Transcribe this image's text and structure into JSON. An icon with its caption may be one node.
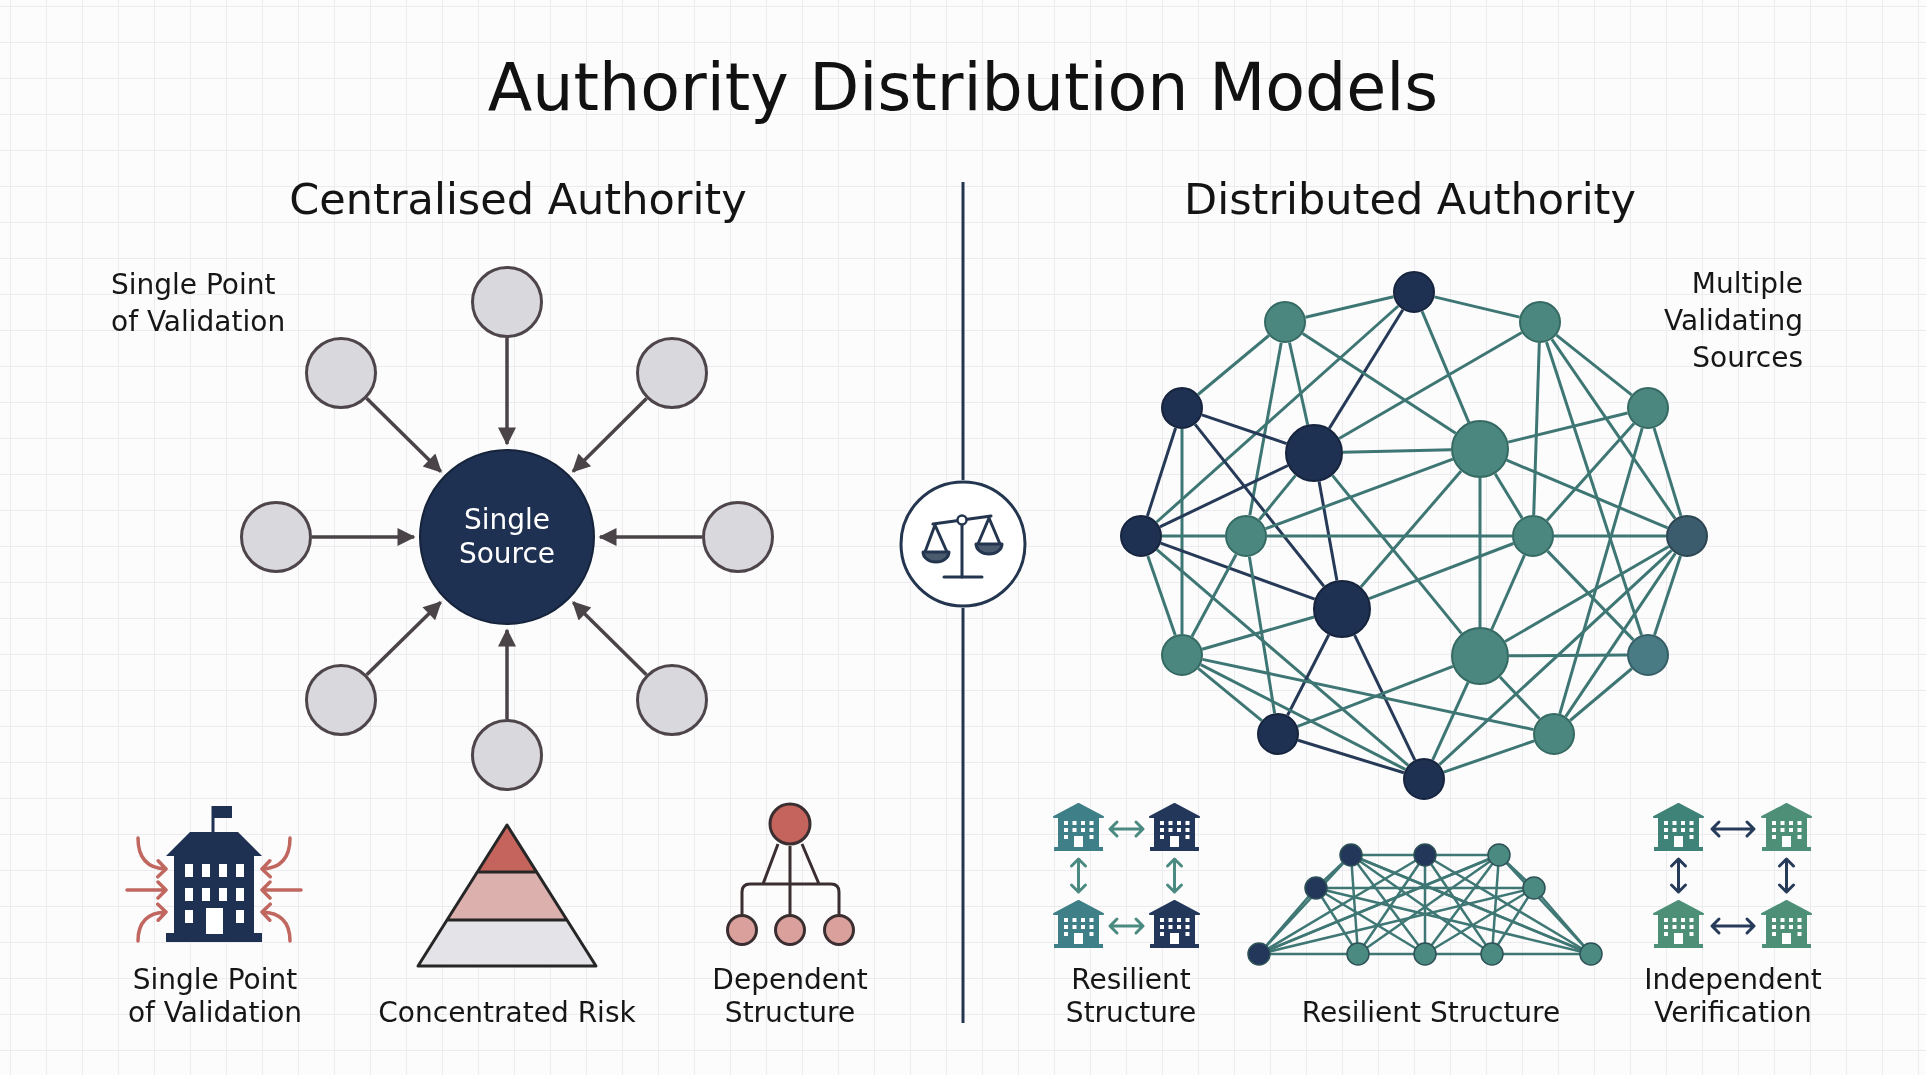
{
  "diagram": {
    "title": "Authority Distribution Models",
    "nodes": [
      {
        "text": [],
        "shape": "circle"
      },
      {
        "text": [],
        "shape": "circle"
      },
      {
        "text": [],
        "shape": "circle"
      },
      {
        "text": [],
        "shape": "circle"
      },
      {
        "text": [
          "Single Source"
        ]
      },
      {
        "text": [],
        "shape": "circle"
      },
      {
        "text": [],
        "shape": "circle"
      },
      {
        "text": [],
        "shape": "circle"
      },
      {
        "text": [],
        "shape": "circle"
      },
      {
        "text": [],
        "shape": "circle"
      },
      {
        "text": [],
        "shape": "circle"
      },
      {
        "text": [],
        "shape": "circle"
      },
      {
        "text": [],
        "shape": "circle"
      },
      {
        "text": [],
        "shape": "circle"
      },
      {
        "text": [],
        "shape": "circle"
      },
      {
        "text": [],
        "shape": "circle"
      },
      {
        "text": [],
        "shape": "circle"
      },
      {
        "text": [],
        "shape": "circle"
      },
      {
        "text": [],
        "shape": "circle"
      },
      {
        "text": [],
        "shape": "circle"
      },
      {
        "text": [],
        "shape": "circle"
      },
      {
        "text": [],
        "shape": "circle"
      },
      {
        "text": [],
        "shape": "circle"
      },
      {
        "text": [],
        "shape": "circle"
      },
      {
        "text": [],
        "shape": "circle"
      },
      {
        "text": [],
        "shape": "circle"
      },
      {
        "text": [],
        "shape": "circle"
      }
    ],
    "edges": [
      {
        "from": 0,
        "to": 4,
        "arrow": "to",
        "color": "#4a4347"
      },
      {
        "from": 1,
        "to": 4,
        "arrow": "to",
        "color": "#4a4347"
      },
      {
        "from": 2,
        "to": 4,
        "arrow": "to",
        "color": "#4a4347"
      },
      {
        "from": 3,
        "to": 4,
        "arrow": "to",
        "color": "#4a4347"
      },
      {
        "from": 5,
        "to": 4,
        "arrow": "to",
        "color": "#4a4347"
      },
      {
        "from": 6,
        "to": 4,
        "arrow": "to",
        "color": "#4a4347"
      },
      {
        "from": 7,
        "to": 4,
        "arrow": "to",
        "color": "#4a4347"
      },
      {
        "from": 8,
        "to": 4,
        "arrow": "to",
        "color": "#4a4347"
      },
      {
        "from": 9,
        "to": 10,
        "arrow": "none"
      },
      {
        "from": 9,
        "to": 11,
        "arrow": "none"
      },
      {
        "from": 11,
        "to": 15,
        "arrow": "none"
      },
      {
        "from": 15,
        "to": 19,
        "arrow": "none"
      },
      {
        "from": 19,
        "to": 23,
        "arrow": "none"
      },
      {
        "from": 23,
        "to": 25,
        "arrow": "none"
      },
      {
        "from": 25,
        "to": 26,
        "arrow": "none"
      },
      {
        "from": 26,
        "to": 24,
        "arrow": "none",
        "color": "#263a57"
      },
      {
        "from": 24,
        "to": 21,
        "arrow": "none"
      },
      {
        "from": 21,
        "to": 16,
        "arrow": "none"
      },
      {
        "from": 16,
        "to": 12,
        "arrow": "none",
        "color": "#263a57"
      },
      {
        "from": 12,
        "to": 10,
        "arrow": "none"
      },
      {
        "from": 9,
        "to": 13,
        "arrow": "none",
        "color": "#263a57"
      },
      {
        "from": 9,
        "to": 14,
        "arrow": "none"
      },
      {
        "from": 9,
        "to": 16,
        "arrow": "none"
      },
      {
        "from": 10,
        "to": 13,
        "arrow": "none"
      },
      {
        "from": 10,
        "to": 17,
        "arrow": "none"
      },
      {
        "from": 10,
        "to": 14,
        "arrow": "none"
      },
      {
        "from": 11,
        "to": 13,
        "arrow": "none"
      },
      {
        "from": 11,
        "to": 18,
        "arrow": "none"
      },
      {
        "from": 11,
        "to": 19,
        "arrow": "none"
      },
      {
        "from": 11,
        "to": 23,
        "arrow": "none"
      },
      {
        "from": 12,
        "to": 13,
        "arrow": "none",
        "color": "#263a57"
      },
      {
        "from": 12,
        "to": 21,
        "arrow": "none"
      },
      {
        "from": 12,
        "to": 20,
        "arrow": "none",
        "color": "#263a57"
      },
      {
        "from": 13,
        "to": 16,
        "arrow": "none",
        "color": "#263a57"
      },
      {
        "from": 13,
        "to": 17,
        "arrow": "none"
      },
      {
        "from": 13,
        "to": 20,
        "arrow": "none",
        "color": "#263a57"
      },
      {
        "from": 13,
        "to": 22,
        "arrow": "none"
      },
      {
        "from": 13,
        "to": 14,
        "arrow": "none"
      },
      {
        "from": 14,
        "to": 15,
        "arrow": "none"
      },
      {
        "from": 14,
        "to": 18,
        "arrow": "none"
      },
      {
        "from": 14,
        "to": 22,
        "arrow": "none"
      },
      {
        "from": 14,
        "to": 19,
        "arrow": "none"
      },
      {
        "from": 14,
        "to": 20,
        "arrow": "none"
      },
      {
        "from": 14,
        "to": 17,
        "arrow": "none"
      },
      {
        "from": 15,
        "to": 18,
        "arrow": "none"
      },
      {
        "from": 15,
        "to": 25,
        "arrow": "none"
      },
      {
        "from": 16,
        "to": 17,
        "arrow": "none"
      },
      {
        "from": 16,
        "to": 20,
        "arrow": "none",
        "color": "#263a57"
      },
      {
        "from": 16,
        "to": 26,
        "arrow": "none"
      },
      {
        "from": 17,
        "to": 18,
        "arrow": "none"
      },
      {
        "from": 17,
        "to": 21,
        "arrow": "none"
      },
      {
        "from": 17,
        "to": 24,
        "arrow": "none"
      },
      {
        "from": 18,
        "to": 19,
        "arrow": "none"
      },
      {
        "from": 18,
        "to": 22,
        "arrow": "none"
      },
      {
        "from": 18,
        "to": 23,
        "arrow": "none"
      },
      {
        "from": 18,
        "to": 20,
        "arrow": "none"
      },
      {
        "from": 19,
        "to": 22,
        "arrow": "none"
      },
      {
        "from": 19,
        "to": 25,
        "arrow": "none"
      },
      {
        "from": 19,
        "to": 26,
        "arrow": "none"
      },
      {
        "from": 20,
        "to": 21,
        "arrow": "none"
      },
      {
        "from": 20,
        "to": 24,
        "arrow": "none",
        "color": "#263a57"
      },
      {
        "from": 20,
        "to": 26,
        "arrow": "none",
        "color": "#263a57"
      },
      {
        "from": 22,
        "to": 23,
        "arrow": "none"
      },
      {
        "from": 22,
        "to": 25,
        "arrow": "none"
      },
      {
        "from": 22,
        "to": 26,
        "arrow": "none"
      },
      {
        "from": 22,
        "to": 24,
        "arrow": "none"
      },
      {
        "from": 21,
        "to": 25,
        "arrow": "none"
      },
      {
        "from": 21,
        "to": 26,
        "arrow": "none"
      }
    ],
    "labels": [
      "Centralised Authority",
      "Distributed Authority",
      "Single Point of Validation",
      "Multiple Validating Sources",
      "Single Point of Validation",
      "Concentrated Risk",
      "Dependent Structure",
      "Resilient Structure",
      "Resilient Structure",
      "Independent Verification"
    ]
  }
}
